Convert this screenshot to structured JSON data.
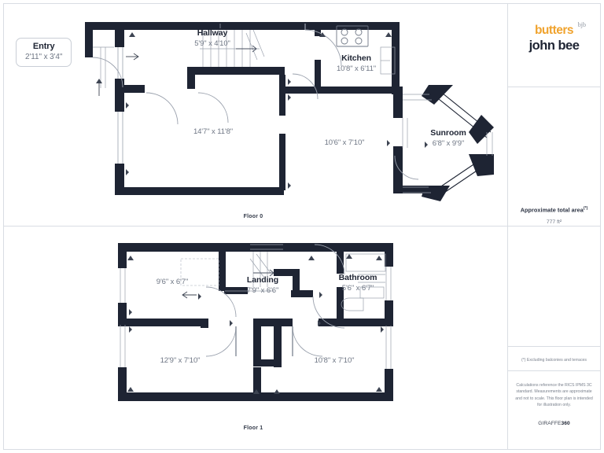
{
  "document": {
    "type": "floor-plan",
    "floors": [
      {
        "caption": "Floor 0"
      },
      {
        "caption": "Floor 1"
      }
    ]
  },
  "brand": {
    "name_top": "butters",
    "superscript": "bjb",
    "name_bottom": "john bee",
    "accent_color": "#f0a32e",
    "text_color": "#1e2433"
  },
  "area": {
    "title": "Approximate total area",
    "title_marker": "(*)",
    "value": "777 ft²"
  },
  "notes": {
    "balcony": "(*) Excluding balconies and terraces",
    "legal": "Calculations reference the RICS IPMS 3C standard. Measurements are approximate and not to scale. This floor plan is intended for illustration only.",
    "provider": "GIRAFFE",
    "provider_suffix": "360"
  },
  "floor0": {
    "caption": "Floor 0",
    "entry": {
      "name": "Entry",
      "dims": "2'11\" x 3'4\""
    },
    "rooms": [
      {
        "name": "Hallway",
        "dims": "5'9\" x 4'10\""
      },
      {
        "name": "Kitchen",
        "dims": "10'8\" x 6'11\""
      },
      {
        "name": "Sunroom",
        "dims": "6'8\" x 9'9\""
      },
      {
        "name": "",
        "dims": "14'7\" x 11'8\""
      },
      {
        "name": "",
        "dims": "10'6\" x 7'10\""
      }
    ]
  },
  "floor1": {
    "caption": "Floor 1",
    "rooms": [
      {
        "name": "",
        "dims": "9'6\" x 6'7\""
      },
      {
        "name": "Landing",
        "dims": "7'9\" x 6'6\""
      },
      {
        "name": "Bathroom",
        "dims": "5'6\" x 6'7\""
      },
      {
        "name": "",
        "dims": "12'9\" x 7'10\""
      },
      {
        "name": "",
        "dims": "10'8\" x 7'10\""
      }
    ]
  },
  "colors": {
    "wall": "#1e2433",
    "frame": "#d9dde3",
    "label_dark": "#1e2433",
    "label_grey": "#6e7684"
  }
}
